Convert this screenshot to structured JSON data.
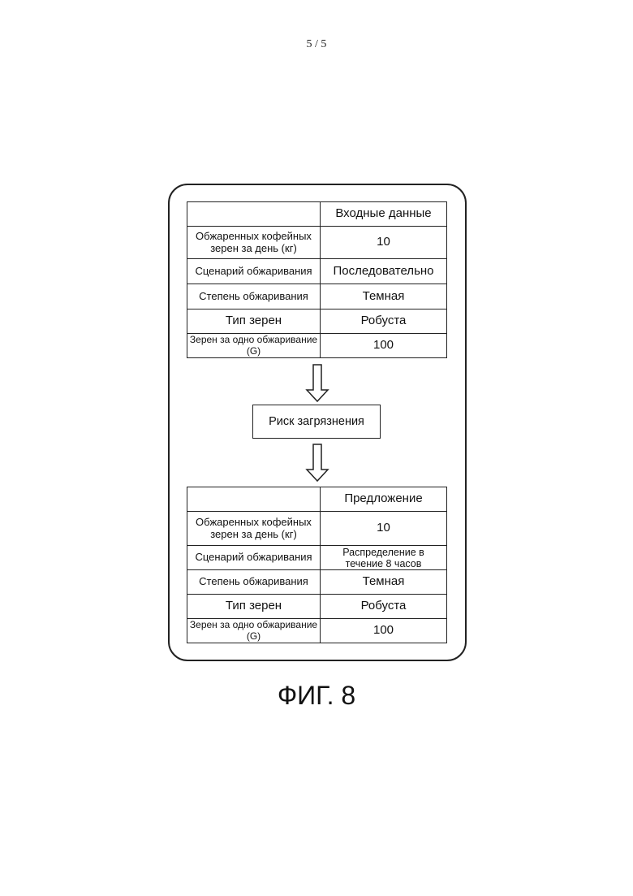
{
  "page_number": "5 / 5",
  "input_table": {
    "header": "Входные данные",
    "rows": [
      {
        "label": "Обжаренных кофейных зерен за день (кг)",
        "value": "10"
      },
      {
        "label": "Сценарий обжаривания",
        "value": "Последовательно"
      },
      {
        "label": "Степень обжаривания",
        "value": "Темная"
      },
      {
        "label": "Тип зерен",
        "value": "Робуста"
      },
      {
        "label": "Зерен за одно обжаривание (G)",
        "value": "100"
      }
    ]
  },
  "process_box": "Риск загрязнения",
  "output_table": {
    "header": "Предложение",
    "rows": [
      {
        "label": "Обжаренных кофейных зерен за день (кг)",
        "value": "10"
      },
      {
        "label": "Сценарий обжаривания",
        "value": "Распределение в течение 8 часов"
      },
      {
        "label": "Степень обжаривания",
        "value": "Темная"
      },
      {
        "label": "Тип зерен",
        "value": "Робуста"
      },
      {
        "label": "Зерен за одно обжаривание (G)",
        "value": "100"
      }
    ]
  },
  "caption": "ФИГ. 8"
}
